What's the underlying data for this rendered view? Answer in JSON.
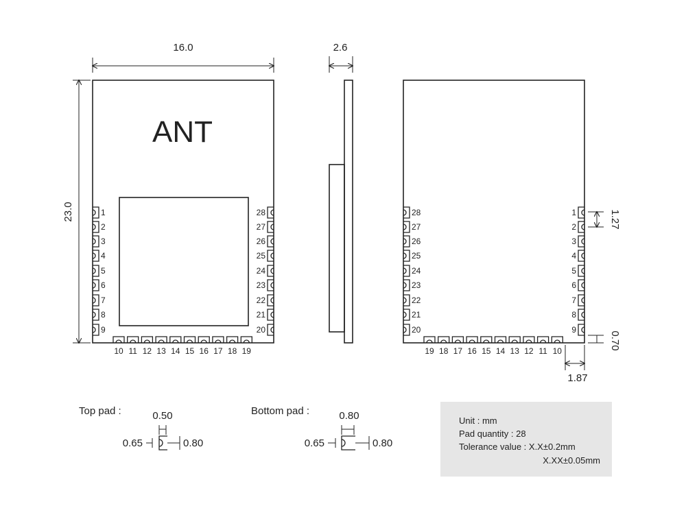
{
  "module": {
    "width_dim": "16.0",
    "height_dim": "23.0",
    "antenna_label": "ANT",
    "left_pins": [
      "1",
      "2",
      "3",
      "4",
      "5",
      "6",
      "7",
      "8",
      "9"
    ],
    "right_pins": [
      "28",
      "27",
      "26",
      "25",
      "24",
      "23",
      "22",
      "21",
      "20"
    ],
    "bottom_pins": [
      "10",
      "11",
      "12",
      "13",
      "14",
      "15",
      "16",
      "17",
      "18",
      "19"
    ]
  },
  "side_view": {
    "thickness_dim": "2.6"
  },
  "bottom_view": {
    "left_pins": [
      "28",
      "27",
      "26",
      "25",
      "24",
      "23",
      "22",
      "21",
      "20"
    ],
    "right_pins": [
      "1",
      "2",
      "3",
      "4",
      "5",
      "6",
      "7",
      "8",
      "9"
    ],
    "bottom_pins": [
      "19",
      "18",
      "17",
      "16",
      "15",
      "14",
      "13",
      "12",
      "11",
      "10"
    ],
    "pitch_dim": "1.27",
    "edge_dim": "0.70",
    "offset_dim": "1.87"
  },
  "top_pad": {
    "title": "Top pad :",
    "width_dim": "0.50",
    "left_dim": "0.65",
    "right_dim": "0.80"
  },
  "bottom_pad": {
    "title": "Bottom pad :",
    "width_dim": "0.80",
    "left_dim": "0.65",
    "right_dim": "0.80"
  },
  "info": {
    "unit": "Unit : mm",
    "pad_quantity": "Pad quantity : 28",
    "tolerance_1": "Tolerance value : X.X±0.2mm",
    "tolerance_2": "X.XX±0.05mm",
    "box_color": "#e6e6e6"
  },
  "colors": {
    "line": "#222222",
    "background": "#ffffff"
  }
}
